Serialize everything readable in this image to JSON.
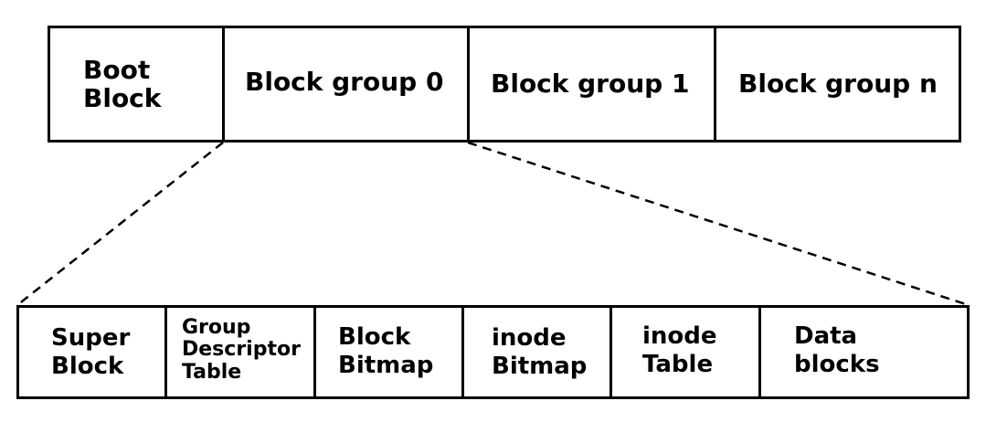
{
  "filesystem_layout": {
    "top_row": [
      {
        "id": "boot-block",
        "label": "Boot\nBlock"
      },
      {
        "id": "block-group-0",
        "label": "Block group 0"
      },
      {
        "id": "block-group-1",
        "label": "Block group 1"
      },
      {
        "id": "block-group-n",
        "label": "Block group n"
      }
    ],
    "bottom_row": [
      {
        "id": "super-block",
        "label": "Super\nBlock"
      },
      {
        "id": "group-descriptor-table",
        "label": "Group\nDescriptor\nTable"
      },
      {
        "id": "block-bitmap",
        "label": "Block\nBitmap"
      },
      {
        "id": "inode-bitmap",
        "label": "inode\nBitmap"
      },
      {
        "id": "inode-table",
        "label": "inode\nTable"
      },
      {
        "id": "data-blocks",
        "label": "Data\nblocks"
      }
    ]
  }
}
